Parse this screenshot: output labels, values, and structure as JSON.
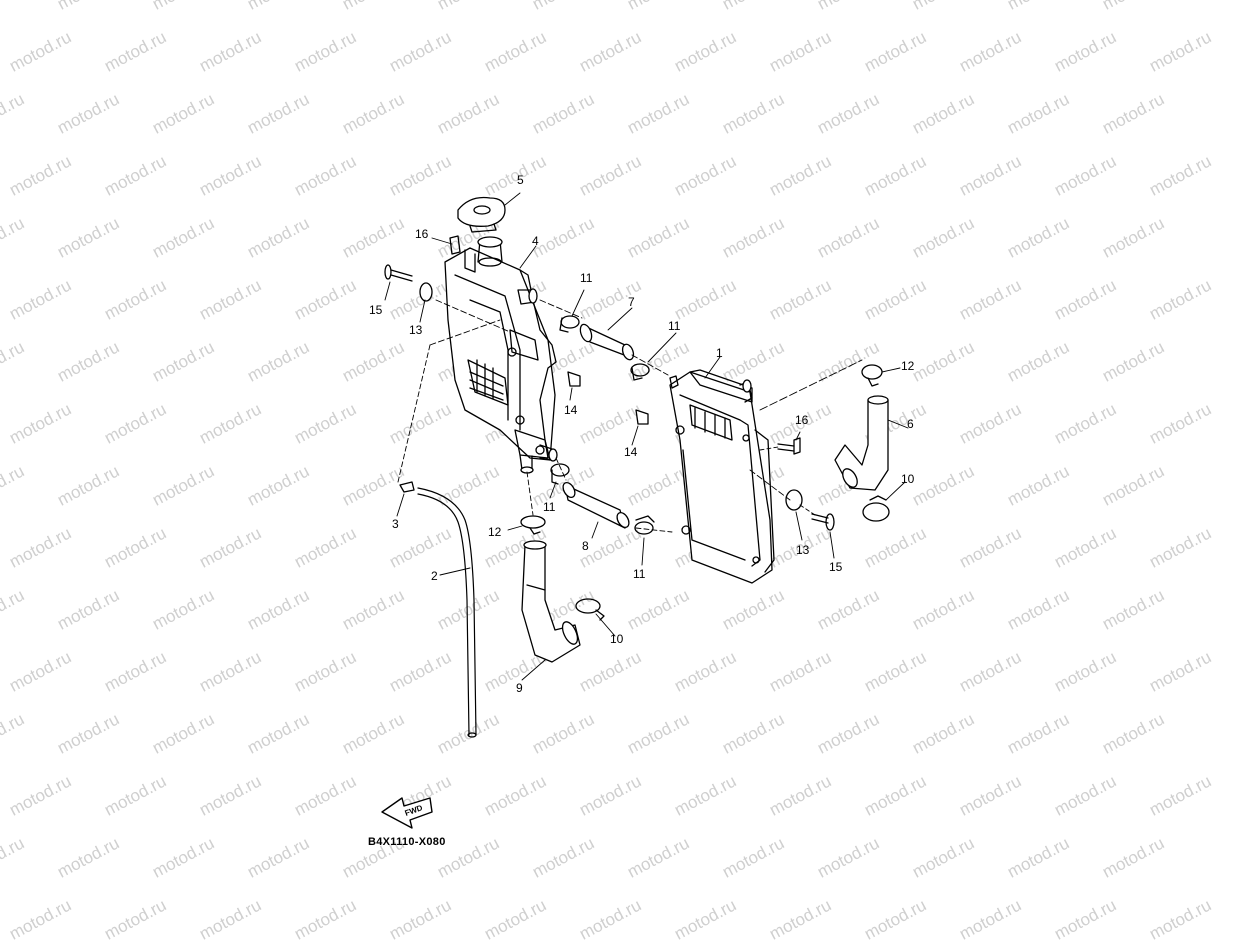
{
  "watermark": {
    "text": "motod.ru",
    "color": "#cfcfcf"
  },
  "diagram_code": "B4X1110-X080",
  "fwd_label": "FWD",
  "callouts": {
    "c1": "1",
    "c2": "2",
    "c3": "3",
    "c4": "4",
    "c5": "5",
    "c6": "6",
    "c7": "7",
    "c8": "8",
    "c9": "9",
    "c10a": "10",
    "c10b": "10",
    "c11a": "11",
    "c11b": "11",
    "c11c": "11",
    "c11d": "11",
    "c12a": "12",
    "c12b": "12",
    "c13a": "13",
    "c13b": "13",
    "c14a": "14",
    "c14b": "14",
    "c15a": "15",
    "c15b": "15",
    "c16a": "16",
    "c16b": "16"
  }
}
